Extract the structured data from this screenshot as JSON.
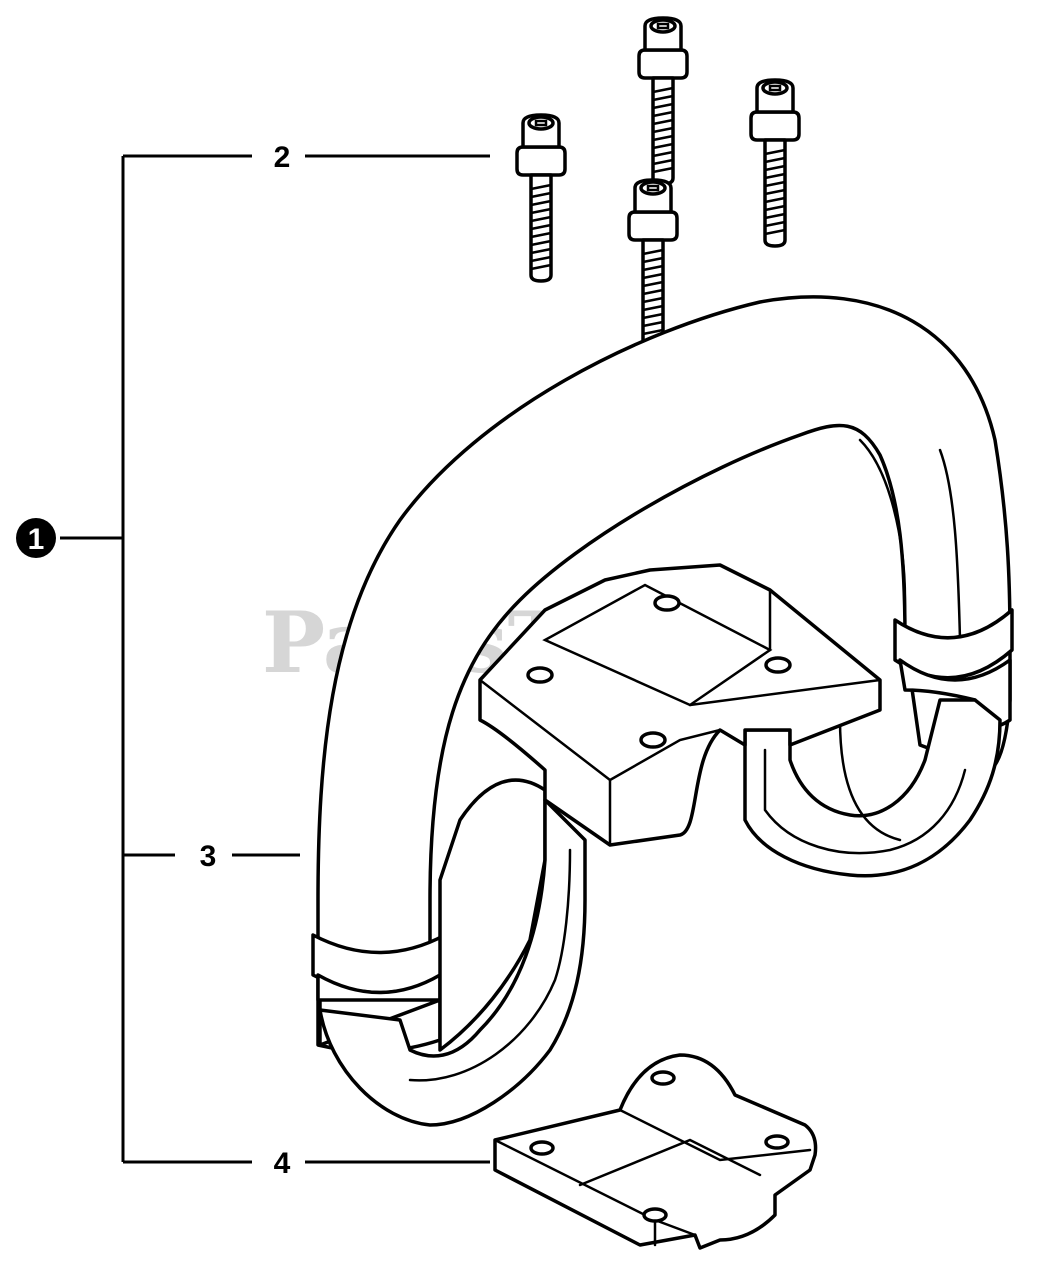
{
  "callouts": {
    "assembly": "1",
    "screws": "2",
    "handle": "3",
    "clamp": "4"
  },
  "watermark": "PartsTree",
  "colors": {
    "line": "#000000",
    "background": "#ffffff",
    "watermark": "#cfcfcf"
  }
}
